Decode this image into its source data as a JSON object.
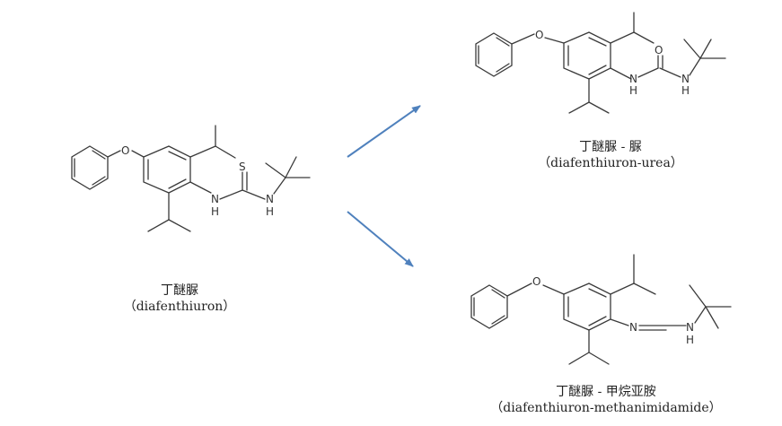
{
  "compounds": [
    {
      "name_cn": "丁醚脲",
      "name_en": "（diafenthiuron）"
    },
    {
      "name_cn": "丁醚脲 - 脲",
      "name_en": "（diafenthiuron-urea）"
    },
    {
      "name_cn": "丁醚脲 - 甲烷亚胺",
      "name_en": "（diafenthiuron-methanimidamide）"
    }
  ],
  "atoms": {
    "oxygen": "O",
    "sulfur": "S",
    "nitrogen": "N",
    "nh": "H"
  },
  "arrow_color": "#4f81bd"
}
